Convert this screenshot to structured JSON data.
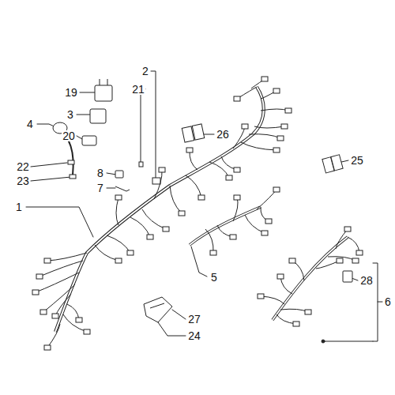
{
  "diagram": {
    "labels": [
      "2",
      "19",
      "21",
      "3",
      "4",
      "26",
      "20",
      "25",
      "22",
      "8",
      "23",
      "7",
      "1",
      "5",
      "28",
      "6",
      "27",
      "24"
    ]
  }
}
